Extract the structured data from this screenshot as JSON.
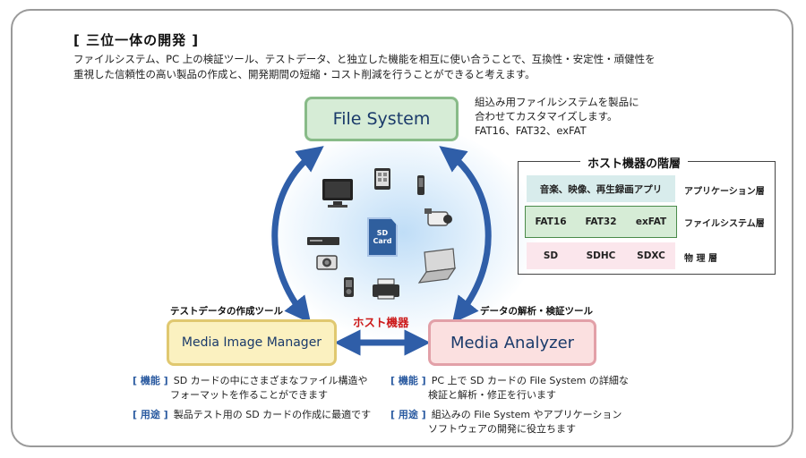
{
  "section_title": "[ 三位一体の開発 ]",
  "intro": {
    "line1": "ファイルシステム、PC 上の検証ツール、テストデータ、と独立した機能を相互に使い合うことで、互換性・安定性・頑健性を",
    "line2": "重視した信頼性の高い製品の作成と、開発期間の短縮・コスト削減を行うことができると考えます。"
  },
  "file_system": {
    "label": "File System",
    "note1": "組込み用ファイルシステムを製品に",
    "note2": "合わせてカスタマイズします。",
    "note3": "FAT16、FAT32、exFAT"
  },
  "media_image_manager": {
    "caption": "テストデータの作成ツール",
    "label": "Media Image Manager",
    "feature_tag": "[ 機能 ]",
    "feature1": "SD カードの中にさまざまなファイル構造や",
    "feature2": "フォーマットを作ることができます",
    "use_tag": "[ 用途 ]",
    "use1": "製品テスト用の SD カードの作成に最適です"
  },
  "media_analyzer": {
    "caption": "データの解析・検証ツール",
    "label": "Media Analyzer",
    "feature_tag": "[ 機能 ]",
    "feature1": "PC 上で SD カードの File System の詳細な",
    "feature2": "検証と解析・修正を行います",
    "use_tag": "[ 用途 ]",
    "use1": "組込みの File System やアプリケーション",
    "use2": "ソフトウェアの開発に役立ちます"
  },
  "host_label": "ホスト機器",
  "sd_card": {
    "line1": "SD",
    "line2": "Card"
  },
  "devices": [
    "tv-icon",
    "tablet-icon",
    "phone-icon",
    "camcorder-icon",
    "recorder-icon",
    "laptop-icon",
    "camera-icon",
    "music-player-icon",
    "printer-icon"
  ],
  "hierarchy": {
    "title": "ホスト機器の階層",
    "app_row": {
      "cell": "音楽、映像、再生録画アプリ",
      "layer": "アプリケーション層",
      "color": "#d8ecec"
    },
    "fs_row": {
      "cells": [
        "FAT16",
        "FAT32",
        "exFAT"
      ],
      "layer": "ファイルシステム層",
      "color": "#d6ecd6"
    },
    "phys_row": {
      "cells": [
        "SD",
        "SDHC",
        "SDXC"
      ],
      "layer": "物 理 層",
      "color": "#fbe6ec"
    }
  },
  "colors": {
    "arrow": "#2f5ea8",
    "fs_fill": "#d6ecd6",
    "mim_fill": "#fbf1c0",
    "ma_fill": "#fbe0e0",
    "host_text": "#cc1a1a"
  }
}
